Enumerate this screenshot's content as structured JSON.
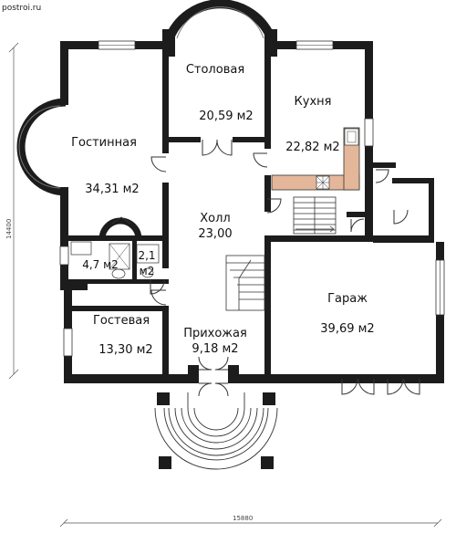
{
  "site": {
    "watermark": "postroi.ru"
  },
  "dimensions": {
    "height_label": "14400",
    "width_label": "15880"
  },
  "rooms": {
    "dining": {
      "name": "Столовая",
      "area": "20,59 м2"
    },
    "kitchen": {
      "name": "Кухня",
      "area": "22,82 м2"
    },
    "living": {
      "name": "Гостинная",
      "area": "34,31 м2"
    },
    "hall": {
      "name": "Холл",
      "area": "23,00"
    },
    "bath1": {
      "area": "4,7 м2"
    },
    "bath2": {
      "area_top": "2,1",
      "area_bottom": "м2"
    },
    "guest": {
      "name": "Гостевая",
      "area": "13,30 м2"
    },
    "entry": {
      "name": "Прихожая",
      "area": "9,18 м2"
    },
    "garage": {
      "name": "Гараж",
      "area": "39,69 м2"
    }
  },
  "colors": {
    "wall": "#1c1c1c",
    "counter": "#e4b79a",
    "background": "#ffffff"
  }
}
